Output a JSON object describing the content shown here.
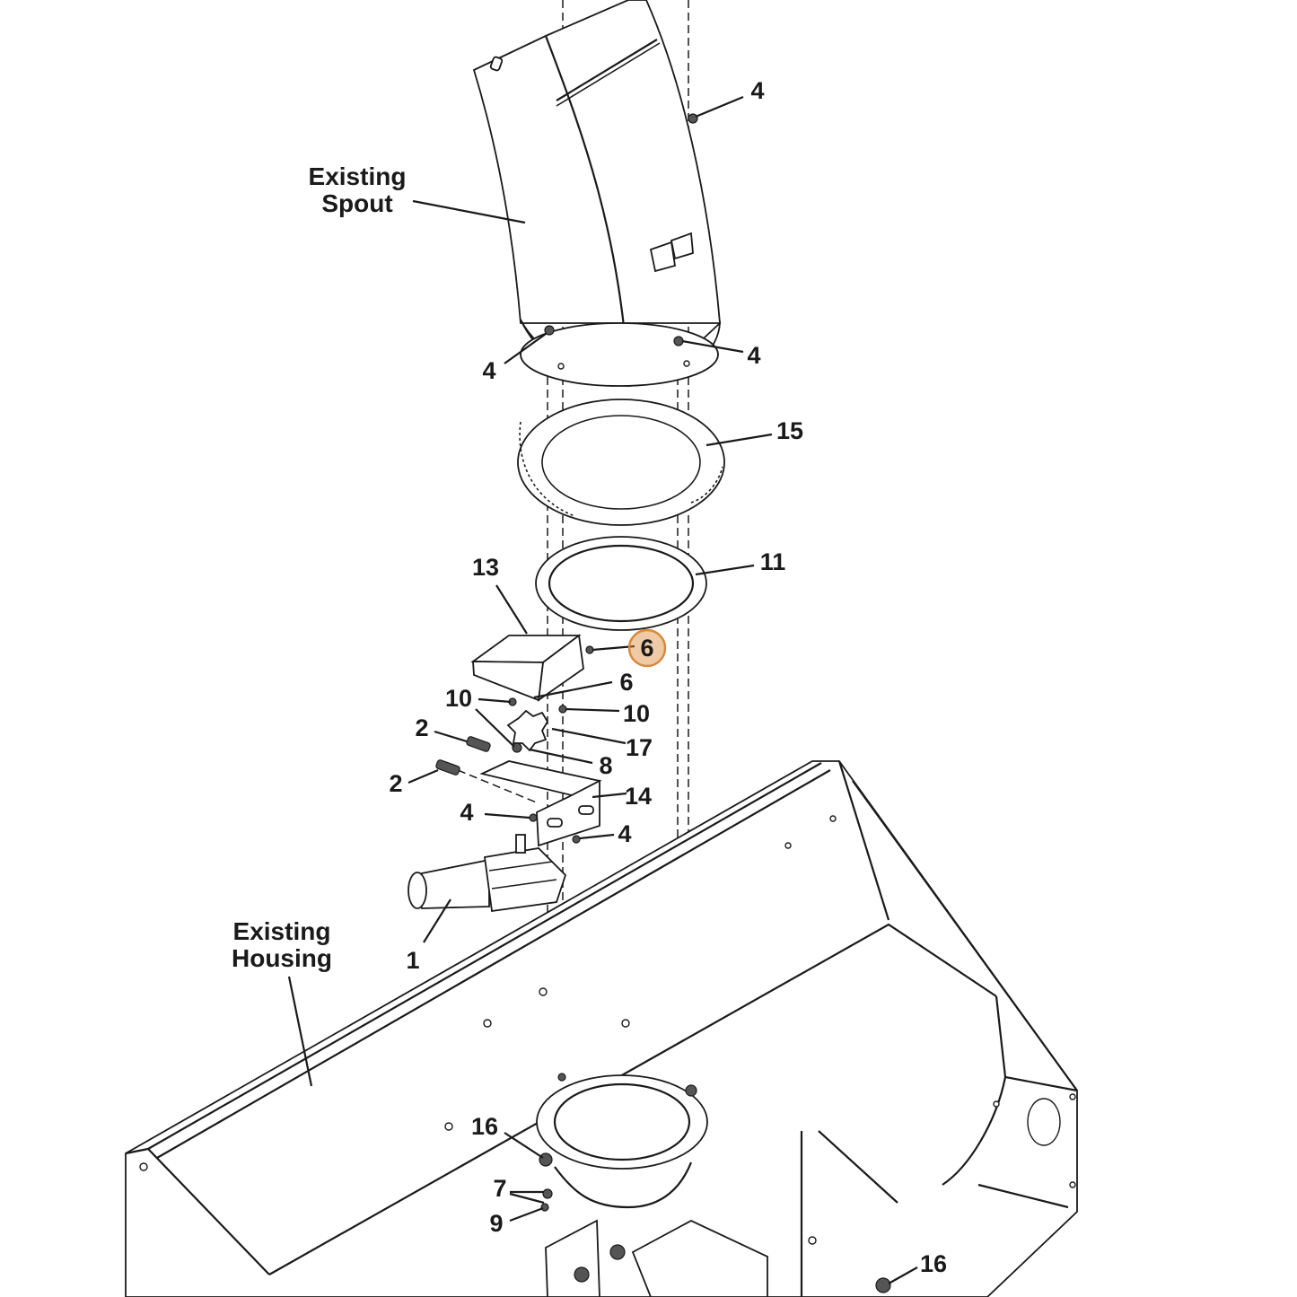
{
  "highlight_color": "#d9893a",
  "captions": {
    "spout": [
      "Existing",
      "Spout"
    ],
    "housing": [
      "Existing",
      "Housing"
    ]
  },
  "callouts": [
    {
      "id": "c4a",
      "text": "4"
    },
    {
      "id": "c4b",
      "text": "4"
    },
    {
      "id": "c4c",
      "text": "4"
    },
    {
      "id": "c15",
      "text": "15"
    },
    {
      "id": "c13",
      "text": "13"
    },
    {
      "id": "c11",
      "text": "11"
    },
    {
      "id": "c6a",
      "text": "6",
      "highlighted": true
    },
    {
      "id": "c6b",
      "text": "6"
    },
    {
      "id": "c10a",
      "text": "10"
    },
    {
      "id": "c10b",
      "text": "10"
    },
    {
      "id": "c2a",
      "text": "2"
    },
    {
      "id": "c17",
      "text": "17"
    },
    {
      "id": "c8",
      "text": "8"
    },
    {
      "id": "c2b",
      "text": "2"
    },
    {
      "id": "c14",
      "text": "14"
    },
    {
      "id": "c4d",
      "text": "4"
    },
    {
      "id": "c4e",
      "text": "4"
    },
    {
      "id": "c1",
      "text": "1"
    },
    {
      "id": "c16a",
      "text": "16"
    },
    {
      "id": "c7",
      "text": "7"
    },
    {
      "id": "c9",
      "text": "9"
    },
    {
      "id": "c16b",
      "text": "16"
    }
  ]
}
